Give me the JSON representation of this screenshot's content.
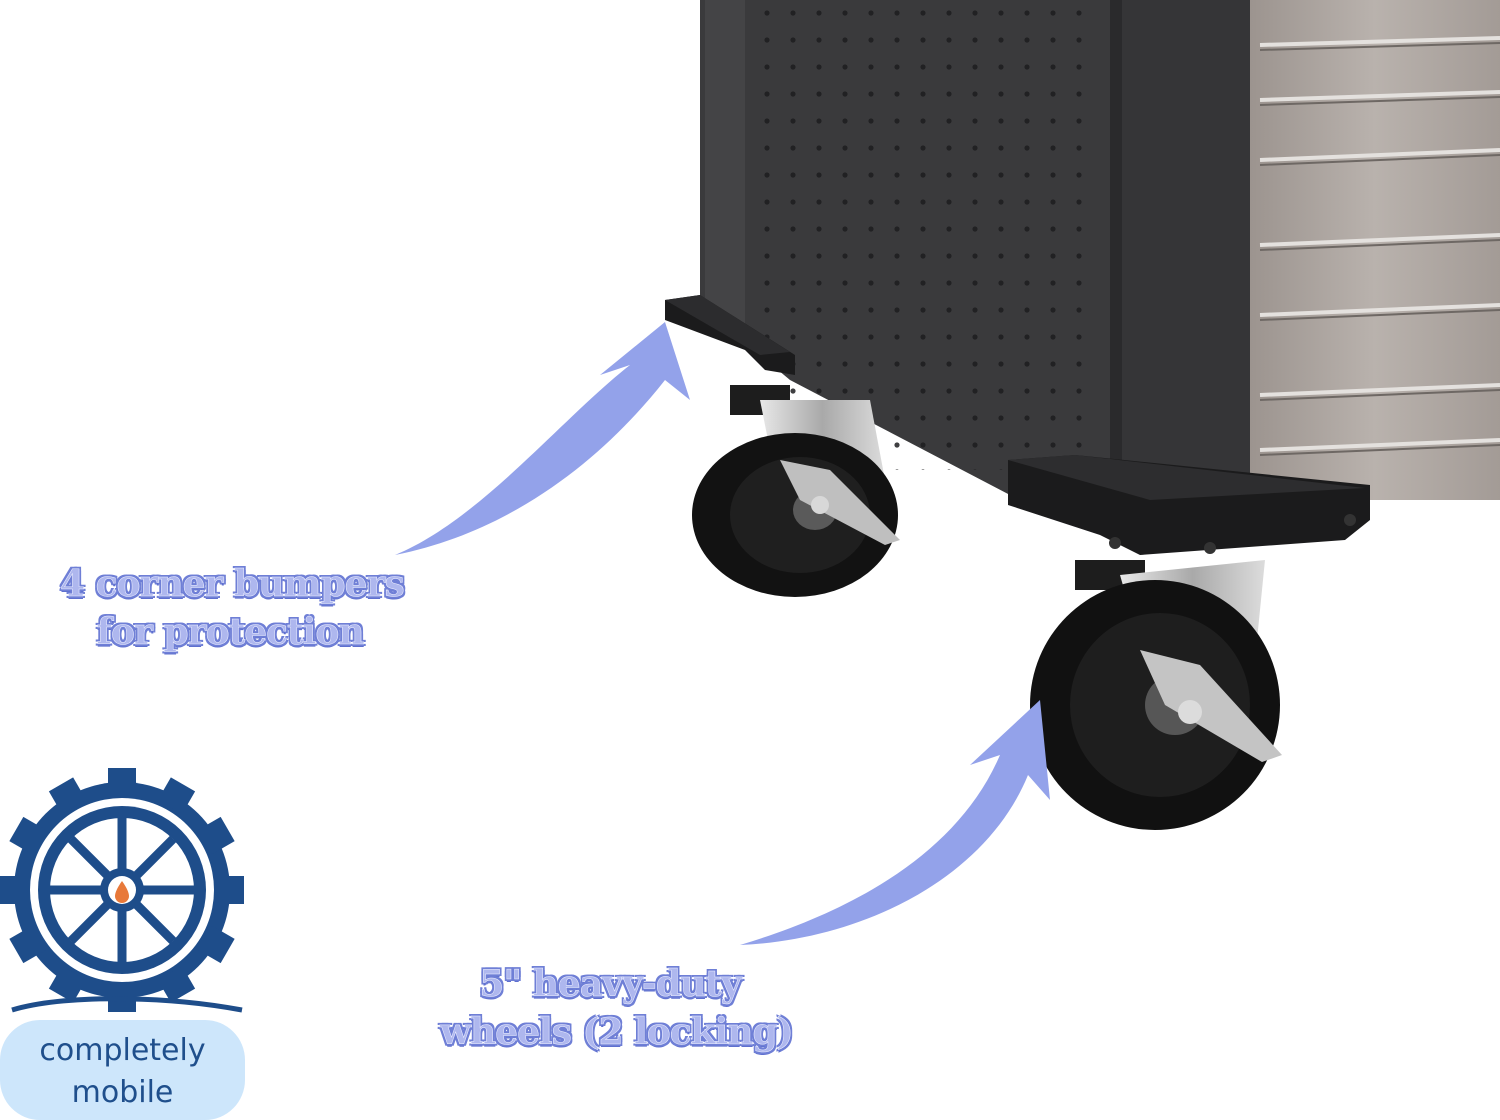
{
  "callouts": {
    "bumpers": {
      "line1": "4 corner bumpers",
      "line2": "for protection"
    },
    "wheels": {
      "line1": "5\" heavy-duty",
      "line2": "wheels (2 locking)"
    }
  },
  "badge": {
    "line1": "completely",
    "line2": "mobile"
  },
  "icons": {
    "arrow": "curved-arrow-icon",
    "logo": "gear-wheel-icon"
  },
  "colors": {
    "arrow": "#93a2ea",
    "callout_text": "#aeb7ee",
    "badge_bg": "#cde6fb",
    "badge_text": "#1f4f8c",
    "logo_blue": "#1e4d8a",
    "logo_orange": "#e8793a",
    "cabinet_dark": "#3b3b3d",
    "drawer_silver": "#a9a29d"
  }
}
